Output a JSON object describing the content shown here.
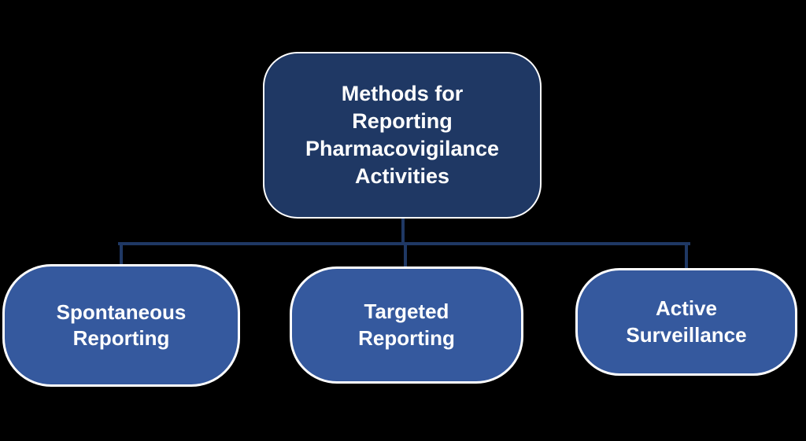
{
  "diagram": {
    "type": "hierarchy-flowchart",
    "root": {
      "label": "Methods for\nReporting\nPharmacovigilance\nActivities"
    },
    "children": [
      {
        "label": "Spontaneous\nReporting"
      },
      {
        "label": "Targeted\nReporting"
      },
      {
        "label": "Active\nSurveillance"
      }
    ],
    "colors": {
      "background": "#000000",
      "root_fill": "#1f3864",
      "child_fill": "#35599e",
      "node_border": "#ffffff",
      "connector": "#1f3864",
      "text": "#ffffff"
    }
  }
}
